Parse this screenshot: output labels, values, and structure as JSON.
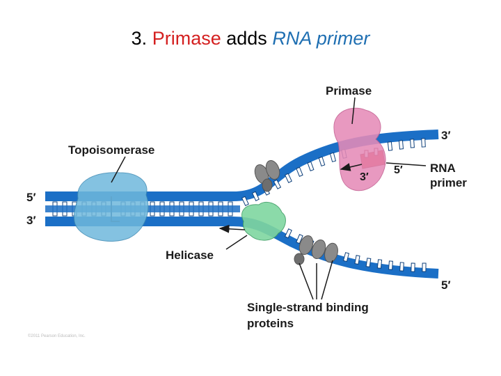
{
  "slide": {
    "number_prefix": "3.",
    "title_word1": "Primase",
    "title_mid": "adds",
    "title_word2": "RNA primer"
  },
  "labels": {
    "primase": "Primase",
    "topoisomerase": "Topoisomerase",
    "helicase": "Helicase",
    "rna_primer_line1": "RNA",
    "rna_primer_line2": "primer",
    "ssb_line1": "Single-strand binding",
    "ssb_line2": "proteins",
    "five_prime": "5′",
    "three_prime": "3′",
    "copyright": "©2011 Pearson Education, Inc."
  },
  "colors": {
    "dna_strand": "#1b6fc6",
    "dna_rung": "#0d3f7a",
    "topoisomerase": "#6fb8dc",
    "primase": "#e58bb8",
    "helicase": "#7fd6a0",
    "ssb_protein": "#8a8a8a",
    "rna_primer": "#e02020",
    "title_red": "#d42020",
    "title_blue": "#1f6fb2"
  }
}
